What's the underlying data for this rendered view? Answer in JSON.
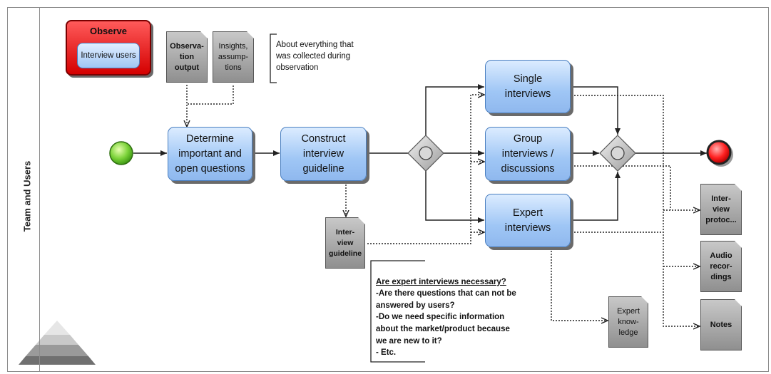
{
  "lane": {
    "title": "Team and Users"
  },
  "subprocess": {
    "title": "Observe",
    "inner_task": "Interview users"
  },
  "tasks": {
    "determine": "Determine\nimportant and\nopen questions",
    "construct": "Construct\ninterview\nguideline",
    "single": "Single\ninterviews",
    "group": "Group\ninterviews /\ndiscussions",
    "expert": "Expert\ninterviews"
  },
  "documents": {
    "observation_output": "Observa-\ntion\noutput",
    "insights": "Insights,\nassump-\ntions",
    "guideline": "Inter-\nview\nguideline",
    "expert_knowledge": "Expert\nknow-\nledge",
    "protocol": "Inter-\nview\nprotoc...",
    "audio": "Audio\nrecor-\ndings",
    "notes": "Notes"
  },
  "annotations": {
    "observation_note": "About everything that\nwas collected during\nobservation",
    "expert_note_title": "Are expert interviews necessary?",
    "expert_note_body": "-Are there questions that can not be\nanswered by users?\n-Do we need specific information\nabout the market/product because\nwe are new to it?\n- Etc."
  },
  "colors": {
    "task_fill": "#9fc6f5",
    "start_event": "#66cc33",
    "end_event": "#e00000",
    "observe_fill": "#d40000",
    "document_fill": "#a8a8a8"
  }
}
